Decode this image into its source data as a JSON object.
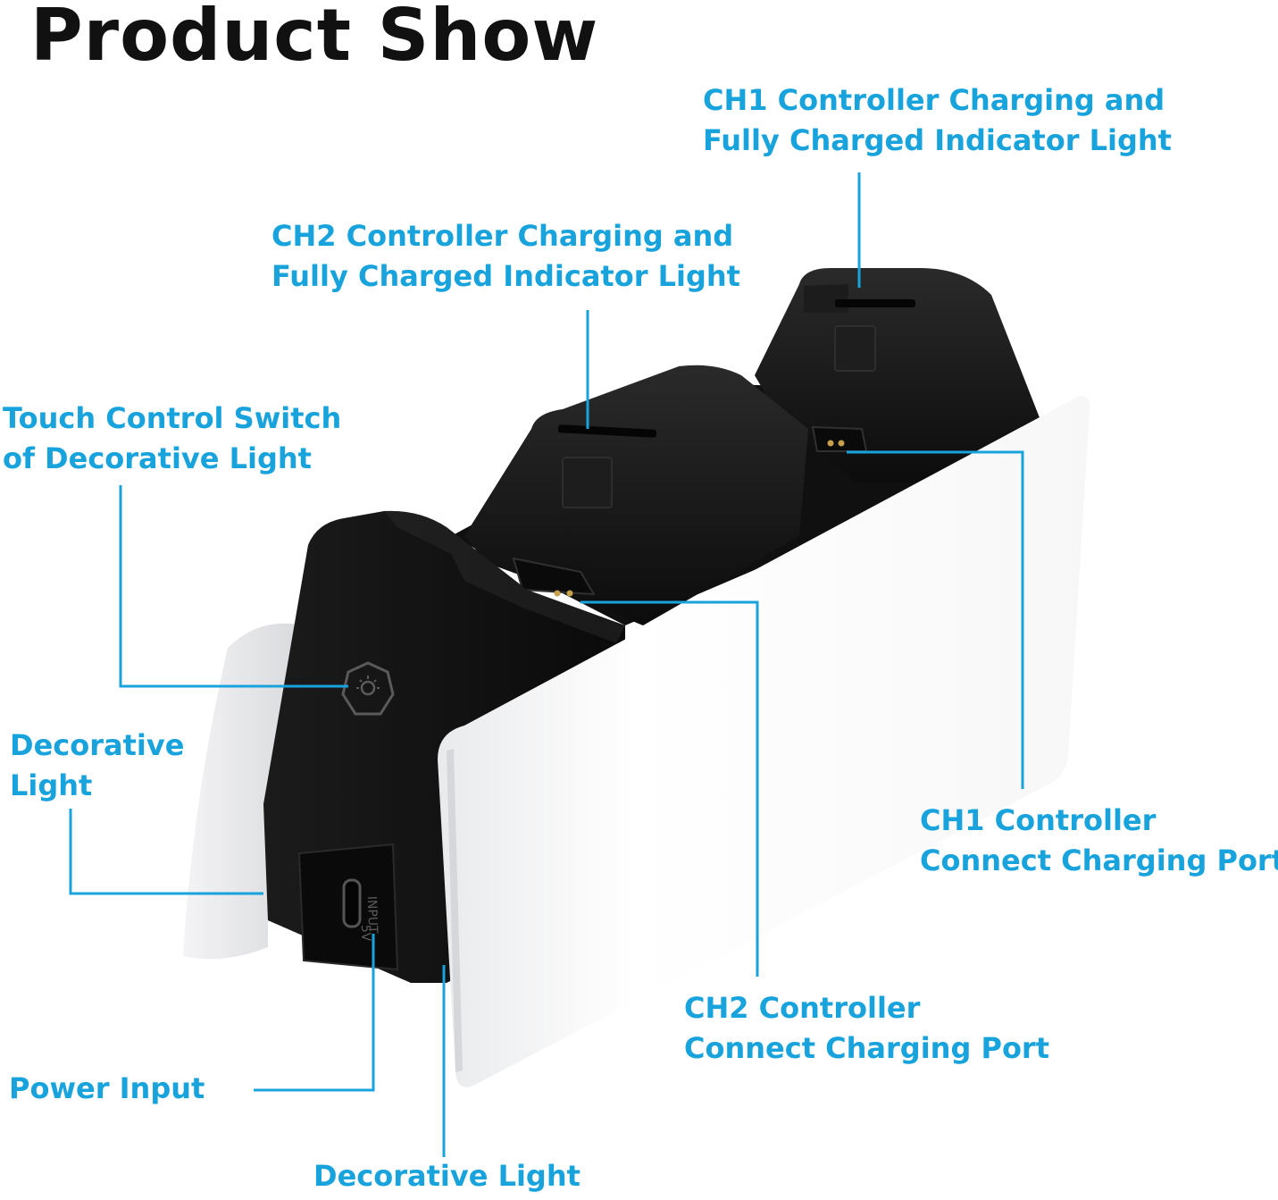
{
  "title": "Product Show",
  "colors": {
    "accent": "#19a3dc",
    "title": "#111111",
    "dock_black": "#141414",
    "panel_white": "#ffffff"
  },
  "labels": {
    "ch1_indicator": [
      "CH1 Controller Charging and",
      "Fully Charged Indicator Light"
    ],
    "ch2_indicator": [
      "CH2 Controller Charging and",
      "Fully Charged Indicator Light"
    ],
    "touch_switch": [
      "Touch Control Switch",
      "of Decorative Light"
    ],
    "decorative_light_left": [
      "Decorative",
      "Light"
    ],
    "ch1_port": [
      "CH1 Controller",
      "Connect Charging Port"
    ],
    "ch2_port": [
      "CH2 Controller",
      "Connect Charging Port"
    ],
    "power_input": [
      "Power Input"
    ],
    "decorative_light_bottom": [
      "Decorative Light"
    ]
  },
  "product": {
    "port_marking": [
      "INPUT",
      "5V"
    ],
    "icons": [
      "light-switch-icon",
      "usb-c-port-icon"
    ]
  }
}
